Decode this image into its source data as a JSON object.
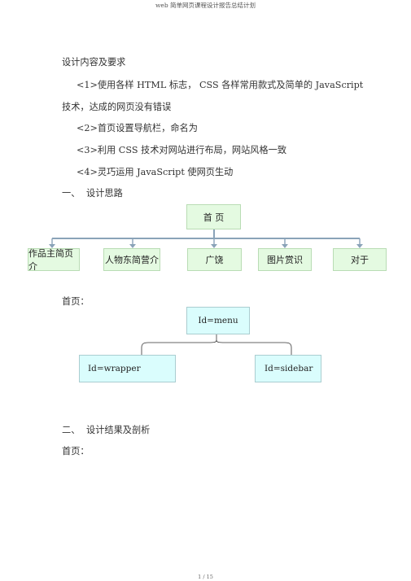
{
  "header": {
    "title": "web 简单网页课程设计报告总结计划"
  },
  "section_design_requirements": {
    "heading": "设计内容及要求",
    "items": [
      "<1>使用各样 HTML 标志，  CSS 各样常用款式及简单的 JavaScript",
      "技术，达成的网页没有错误",
      "<2>首页设置导航栏，命名为",
      "<3>利用 CSS 技术对网站进行布局，网站风格一致",
      "<4>灵巧运用 JavaScript    使网页生动"
    ]
  },
  "section_one": {
    "number": "一、",
    "title": "设计思路"
  },
  "site_map": {
    "root": "首  页",
    "children": [
      "作品主简页介",
      "人物东简营介",
      "广饶",
      "图片赏识",
      "对于"
    ]
  },
  "homepage_label": "首页：",
  "layout_diagram": {
    "root": "Id=menu",
    "children": [
      "Id=wrapper",
      "Id=sidebar"
    ]
  },
  "section_two": {
    "number": "二、",
    "title": "设计结果及剖析"
  },
  "homepage_label_2": "首页：",
  "footer": {
    "page": "1 / 15"
  },
  "colors": {
    "sitemap_box": "#e4fae1",
    "layout_box": "#dafdfd",
    "connector": "#8aa3b8"
  }
}
